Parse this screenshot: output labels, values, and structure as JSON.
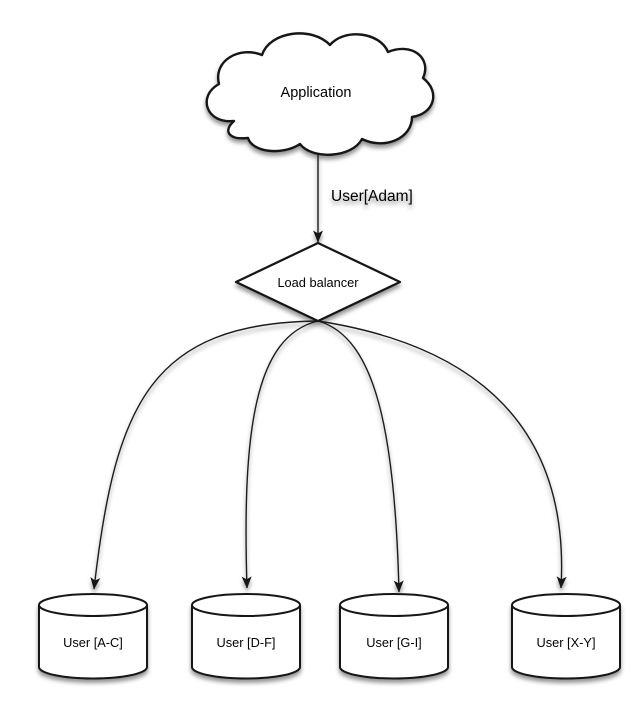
{
  "nodes": {
    "application": {
      "label": "Application",
      "shape": "cloud"
    },
    "load_balancer": {
      "label": "Load balancer",
      "shape": "diamond"
    }
  },
  "edges": {
    "app_to_lb": {
      "label": "User[Adam]"
    }
  },
  "shards": [
    {
      "label": "User [A-C]",
      "shape": "cylinder"
    },
    {
      "label": "User [D-F]",
      "shape": "cylinder"
    },
    {
      "label": "User [G-I]",
      "shape": "cylinder"
    },
    {
      "label": "User [X-Y]",
      "shape": "cylinder"
    }
  ],
  "colors": {
    "background": "#ffffff",
    "shape_fill": "#ffffff",
    "stroke": "#161616",
    "text": "#040404"
  }
}
